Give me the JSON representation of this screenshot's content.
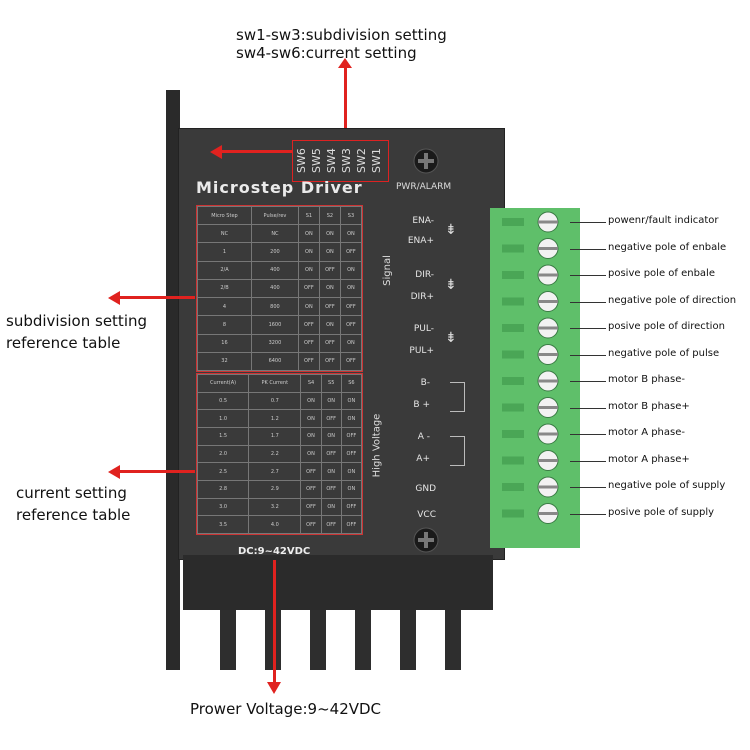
{
  "header_lines": [
    "sw1-sw3:subdivision setting",
    "sw4-sw6:current setting"
  ],
  "driver_title": "Microstep  Driver",
  "dip_switches": [
    "SW6",
    "SW5",
    "SW4",
    "SW3",
    "SW2",
    "SW1"
  ],
  "pwr_alarm_label": "PWR/ALARM",
  "signal_word": "Signal",
  "high_voltage_word": "High Voltage",
  "pins": [
    "ENA-",
    "ENA+",
    "DIR-",
    "DIR+",
    "PUL-",
    "PUL+",
    "B-",
    "B +",
    "A -",
    "A+",
    "GND",
    "VCC"
  ],
  "dc_label": "DC:9~42VDC",
  "left_callouts": {
    "subdivision": [
      "subdivision setting",
      "reference table"
    ],
    "current": [
      "current setting",
      "reference table"
    ]
  },
  "terminal_annotations": [
    "powenr/fault indicator",
    "negative pole of enbale",
    "posive pole of enbale",
    "negative pole of direction",
    "posive pole of direction",
    "negative pole of pulse",
    "motor B phase-",
    "motor B phase+",
    "motor A phase-",
    "motor A phase+",
    "negative pole of supply",
    "posive pole of supply"
  ],
  "bottom_caption": "Prower Voltage:9~42VDC",
  "subdiv_table": [
    [
      "Micro Step",
      "Pulse/rev",
      "S1",
      "S2",
      "S3"
    ],
    [
      "NC",
      "NC",
      "ON",
      "ON",
      "ON"
    ],
    [
      "1",
      "200",
      "ON",
      "ON",
      "OFF"
    ],
    [
      "2/A",
      "400",
      "ON",
      "OFF",
      "ON"
    ],
    [
      "2/B",
      "400",
      "OFF",
      "ON",
      "ON"
    ],
    [
      "4",
      "800",
      "ON",
      "OFF",
      "OFF"
    ],
    [
      "8",
      "1600",
      "OFF",
      "ON",
      "OFF"
    ],
    [
      "16",
      "3200",
      "OFF",
      "OFF",
      "ON"
    ],
    [
      "32",
      "6400",
      "OFF",
      "OFF",
      "OFF"
    ]
  ],
  "current_table": [
    [
      "Current(A)",
      "PK Current",
      "S4",
      "S5",
      "S6"
    ],
    [
      "0.5",
      "0.7",
      "ON",
      "ON",
      "ON"
    ],
    [
      "1.0",
      "1.2",
      "ON",
      "OFF",
      "ON"
    ],
    [
      "1.5",
      "1.7",
      "ON",
      "ON",
      "OFF"
    ],
    [
      "2.0",
      "2.2",
      "ON",
      "OFF",
      "OFF"
    ],
    [
      "2.5",
      "2.7",
      "OFF",
      "ON",
      "ON"
    ],
    [
      "2.8",
      "2.9",
      "OFF",
      "OFF",
      "ON"
    ],
    [
      "3.0",
      "3.2",
      "OFF",
      "ON",
      "OFF"
    ],
    [
      "3.5",
      "4.0",
      "OFF",
      "OFF",
      "OFF"
    ]
  ],
  "colors": {
    "accent_red": "#e0221f",
    "terminal_green": "#5fbf6a",
    "body": "#3a3a3a"
  }
}
